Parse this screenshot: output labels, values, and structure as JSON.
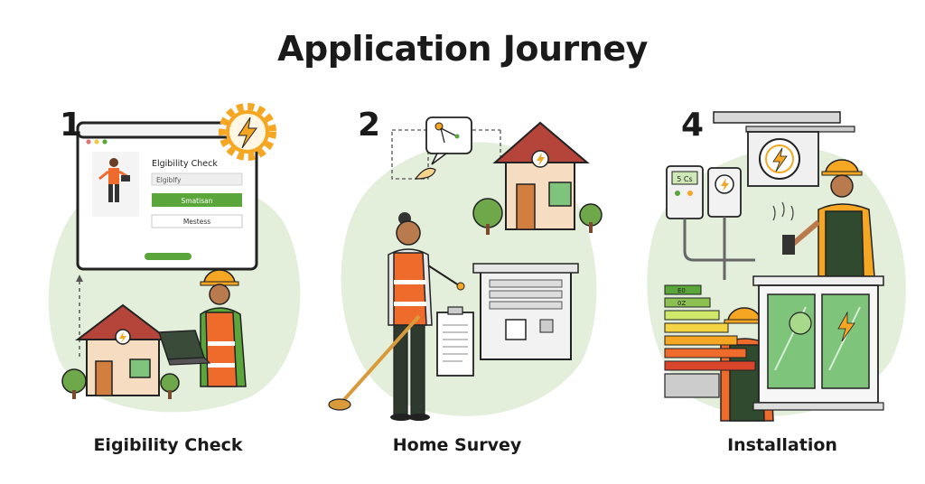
{
  "title": "Application Journey",
  "colors": {
    "blob": "#e3eedb",
    "green": "#5aa63a",
    "vest": "#ee6b2c",
    "hardhat": "#f5a623",
    "roof": "#b5453a",
    "wall": "#f6dcc0",
    "dark": "#222222"
  },
  "steps": [
    {
      "number": "1",
      "caption": "Eigibility Check",
      "window": {
        "heading": "Elgibility Check",
        "field_value": "Elgiblfy",
        "submit_label": "Smatisan",
        "secondary_label": "Mestess",
        "footer_button": "—"
      },
      "icons": [
        "browser-window-icon",
        "gear-bolt-icon",
        "house-icon",
        "laptop-icon",
        "worker-icon"
      ]
    },
    {
      "number": "2",
      "caption": "Home Survey",
      "icons": [
        "speech-bubble-diagram-icon",
        "house-icon",
        "surveyor-icon",
        "clipboard-icon",
        "panel-box-icon"
      ]
    },
    {
      "number": "4",
      "caption": "Installation",
      "meter_display": "5 Cs",
      "energy_labels": [
        "E0",
        "0Z",
        "",
        "",
        "",
        ""
      ],
      "icons": [
        "meter-icon",
        "bolt-dial-icon",
        "installer-icon",
        "energy-rating-icon",
        "window-unit-icon"
      ]
    }
  ]
}
